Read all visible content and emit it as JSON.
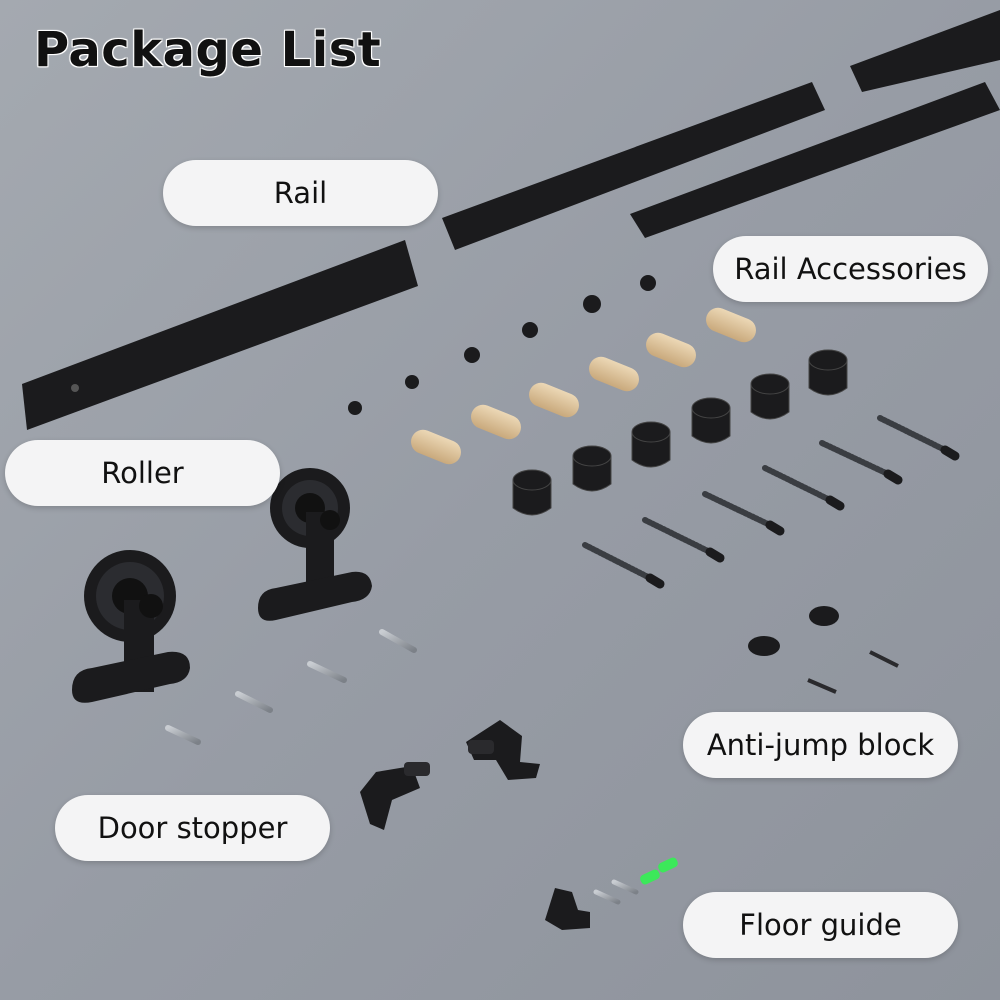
{
  "title": "Package List",
  "labels": {
    "rail": "Rail",
    "rail_accessories": "Rail Accessories",
    "roller": "Roller",
    "anti_jump_block": "Anti-jump block",
    "door_stopper": "Door stopper",
    "floor_guide": "Floor guide"
  },
  "colors": {
    "background": "#9aa0a8",
    "hardware": "#1b1b1d",
    "wood": "#d9c09a",
    "pill": "#f4f4f5",
    "spacer_green": "#3ce85a"
  }
}
